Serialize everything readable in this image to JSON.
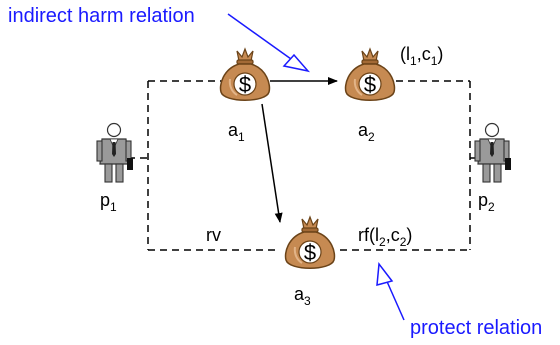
{
  "annotations": {
    "indirect_harm": "indirect harm relation",
    "protect": "protect relation"
  },
  "assets": {
    "a1": {
      "base": "a",
      "sub": "1"
    },
    "a2": {
      "base": "a",
      "sub": "2"
    },
    "a3": {
      "base": "a",
      "sub": "3"
    }
  },
  "persons": {
    "p1": {
      "base": "p",
      "sub": "1"
    },
    "p2": {
      "base": "p",
      "sub": "2"
    }
  },
  "edge_labels": {
    "a2_tuple": {
      "open": "(l",
      "s1": "1",
      "mid": ",c",
      "s2": "1",
      "close": ")"
    },
    "rv": "rv",
    "rf": {
      "open": "rf(l",
      "s1": "2",
      "mid": ",c",
      "s2": "2",
      "close": ")"
    }
  },
  "asset_symbol": "$",
  "colors": {
    "bag": "#c68a52",
    "bag_stroke": "#6b4318",
    "annotation": "#1a1aff"
  }
}
